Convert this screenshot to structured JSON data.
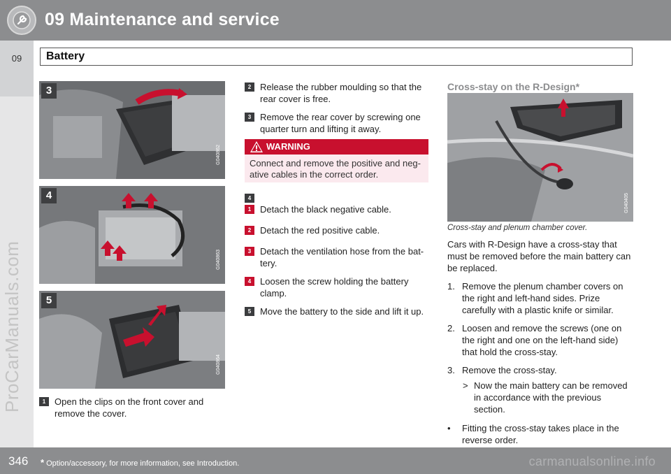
{
  "header": {
    "chapter_title": "09 Maintenance and service",
    "side_tab": "09"
  },
  "section": {
    "title": "Battery"
  },
  "watermark": "ProCarManuals.com",
  "photos": [
    {
      "label": "3",
      "code": "G040862"
    },
    {
      "label": "4",
      "code": "G040863"
    },
    {
      "label": "5",
      "code": "G040864"
    },
    {
      "code": "G040405"
    }
  ],
  "col1_step": {
    "badge": "1",
    "text": "Open the clips on the front cover and remove the cover."
  },
  "col2_steps_a": [
    {
      "badge": "2",
      "text": "Release the rubber moulding so that the rear cover is free."
    },
    {
      "badge": "3",
      "text": "Remove the rear cover by screwing one quarter turn and lifting it away."
    }
  ],
  "warning": {
    "title": "WARNING",
    "text": "Connect and remove the positive and neg-ative cables in the correct order."
  },
  "col2_group_label": "4",
  "col2_steps_b": [
    {
      "badge": "1",
      "text": "Detach the black negative cable."
    },
    {
      "badge": "2",
      "text": "Detach the red positive cable."
    },
    {
      "badge": "3",
      "text": "Detach the ventilation hose from the bat-tery."
    },
    {
      "badge": "4",
      "text": "Loosen the screw holding the battery clamp."
    },
    {
      "badge": "5",
      "text": "Move the battery to the side and lift it up."
    }
  ],
  "right": {
    "heading": "Cross-stay on the R-Design*",
    "caption": "Cross-stay and plenum chamber cover.",
    "intro": "Cars with R-Design have a cross-stay that must be removed before the main battery can be replaced.",
    "numbered": [
      {
        "n": "1.",
        "text": "Remove the plenum chamber covers on the right and left-hand sides. Prize carefully with a plastic knife or similar."
      },
      {
        "n": "2.",
        "text": "Loosen and remove the screws (one on the right and one on the left-hand side) that hold the cross-stay."
      },
      {
        "n": "3.",
        "text": "Remove the cross-stay."
      }
    ],
    "result": {
      "glyph": ">",
      "text": "Now the main battery can be removed in accordance with the previous section."
    },
    "bullet": {
      "glyph": "•",
      "text": "Fitting the cross-stay takes place in the reverse order."
    }
  },
  "footer": {
    "page_number": "346",
    "footnote_star": "*",
    "footnote": "Option/accessory, for more information, see Introduction.",
    "watermark": "carmanualsonline.info"
  },
  "colors": {
    "header_gray": "#8c8d8f",
    "warning_red": "#c8102e",
    "warning_bg": "#fbe9ee"
  }
}
